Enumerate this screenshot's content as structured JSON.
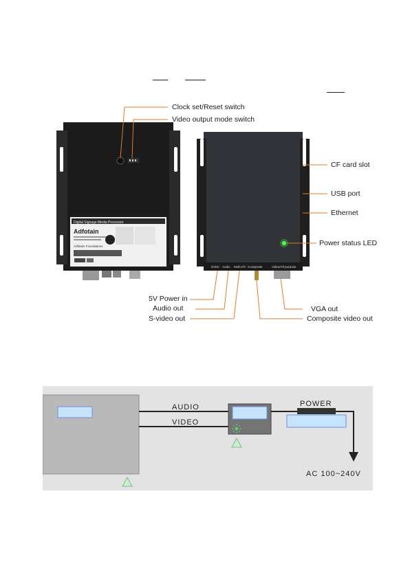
{
  "photo": {
    "top_labels": {
      "clock_reset": "Clock set/Reset switch",
      "video_mode": "Video output mode switch"
    },
    "right_labels": {
      "cf_card": "CF card slot",
      "usb": "USB port",
      "ethernet": "Ethernet",
      "power_led": "Power status LED"
    },
    "bottom_left_labels": {
      "power_in": "5V Power in",
      "audio_out": "Audio out",
      "svideo_out": "S-video out"
    },
    "bottom_right_labels": {
      "vga_out": "VGA out",
      "composite_out": "Composite video out"
    },
    "device_label": {
      "heading": "Digital Signage Media Processor",
      "brand": "Adfotain",
      "company": "Adfotain Foundations"
    },
    "port_labels": {
      "p5vdc": "5VDC",
      "audio": "Audio",
      "multi_io": "Multi-I/O",
      "composite": "Composite",
      "video_all": "Video/All-purpose"
    }
  },
  "diagram": {
    "audio": "AUDIO",
    "video": "VIDEO",
    "power": "POWER",
    "ac": "AC 100~240V",
    "colors": {
      "background": "#e3e3e3",
      "display": "#b9b9b9",
      "accent_box": "#c7e3fb",
      "triangle": "#c9efd0",
      "led": "#59d26a"
    }
  }
}
